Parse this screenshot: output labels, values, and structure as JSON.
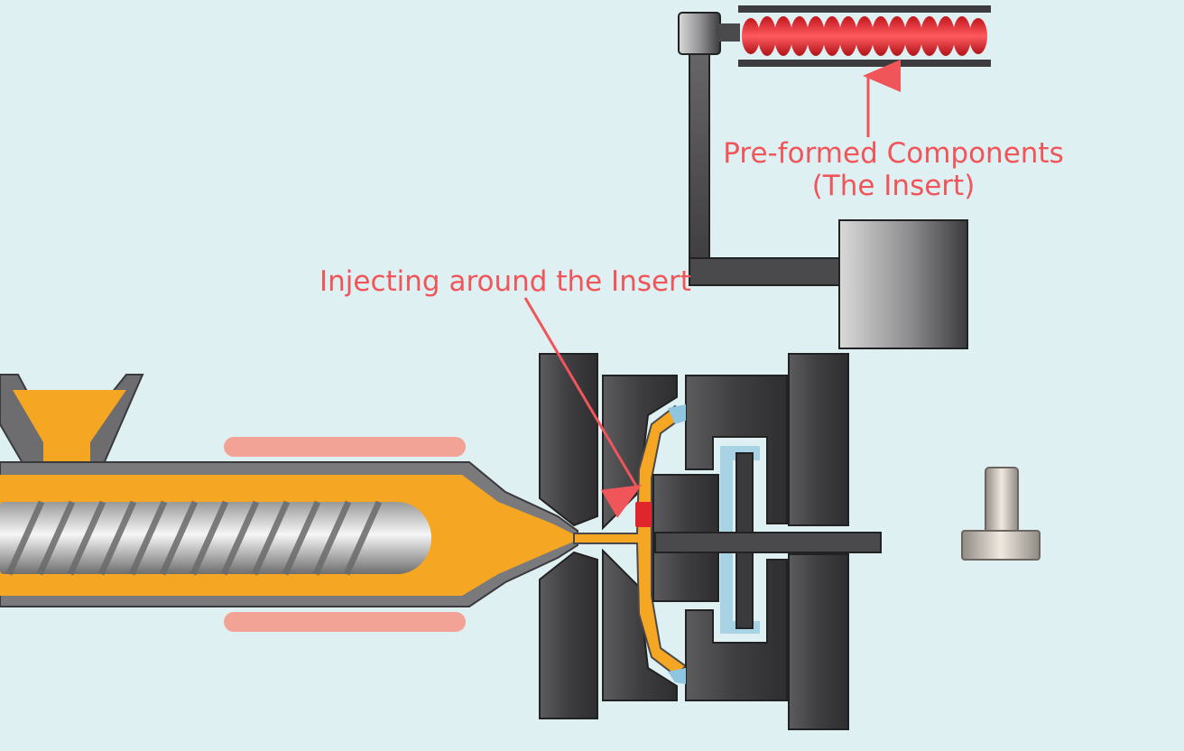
{
  "labels": {
    "insert_line1": "Pre-formed Components",
    "insert_line2": "(The Insert)",
    "injecting": "Injecting around the Insert"
  },
  "colors": {
    "background": "#dff0f2",
    "plastic": "#f5a623",
    "annotation": "#f0555a",
    "mold_steel": "#4a4a4c",
    "insert_red": "#e0262d",
    "heater": "#f59a8c",
    "coolant": "#8fc6df"
  }
}
